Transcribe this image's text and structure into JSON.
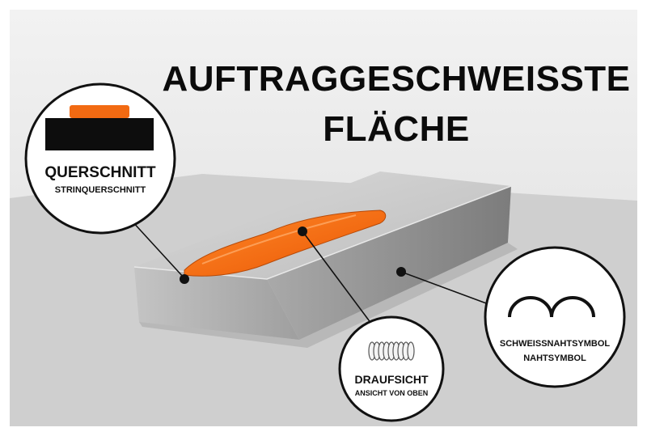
{
  "title": {
    "line1": "AUFTRAGGESCHWEISSTE",
    "line2": "FLÄCHE"
  },
  "callouts": {
    "cross_section": {
      "label": "QUERSCHNITT",
      "sublabel": "STRINQUERSCHNITT"
    },
    "top_view": {
      "label": "DRAUFSICHT",
      "sublabel": "ANSICHT VON OBEN"
    },
    "weld_symbol": {
      "label": "SCHWEISSNAHTSYMBOL",
      "sublabel": "NAHTSYMBOL"
    }
  },
  "colors": {
    "weld_orange": "#f26a12",
    "background": "#e7e7e7",
    "steel": "#b9b9b9",
    "outline": "#111111"
  }
}
